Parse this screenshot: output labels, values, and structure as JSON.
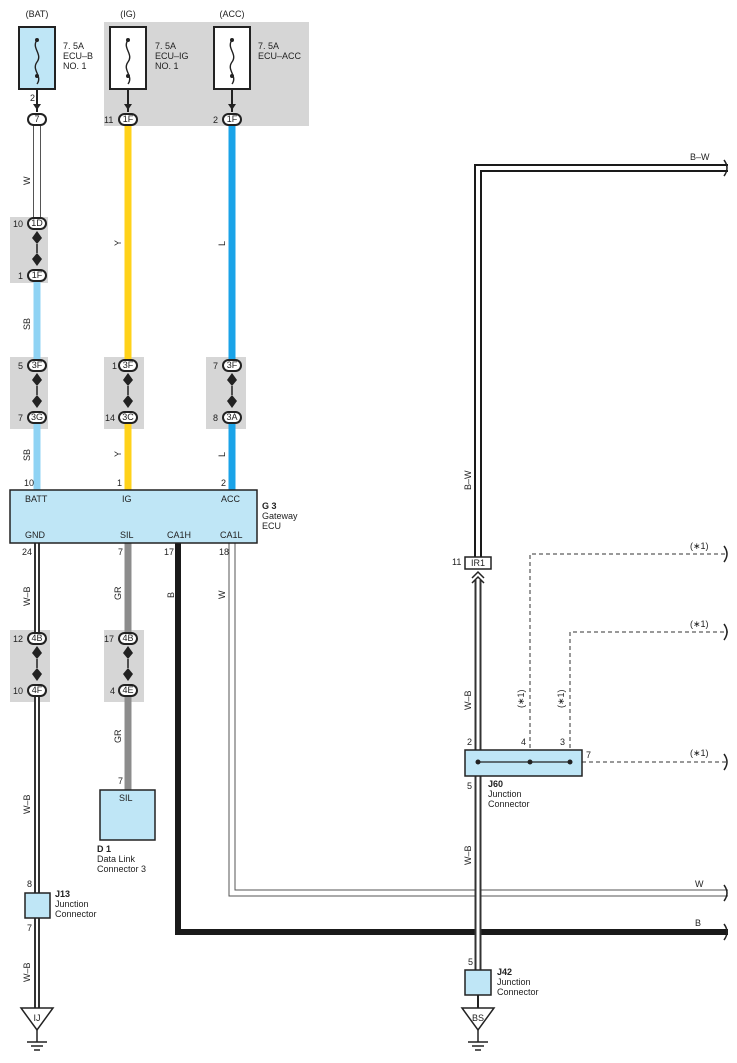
{
  "fuses": [
    {
      "source": "(BAT)",
      "rating": "7. 5A",
      "name1": "ECU–B",
      "name2": "NO. 1"
    },
    {
      "source": "(IG)",
      "rating": "7. 5A",
      "name1": "ECU–IG",
      "name2": "NO. 1"
    },
    {
      "source": "(ACC)",
      "rating": "7. 5A",
      "name1": "ECU–ACC",
      "name2": ""
    }
  ],
  "connectors": {
    "c7": "7",
    "c1F_ig": "1F",
    "c1F_acc": "1F",
    "c1D": "1D",
    "c1F_mid": "1F",
    "c3F_bat": "3F",
    "c3G": "3G",
    "c3F_ig": "3F",
    "c3C": "3C",
    "c3F_acc": "3F",
    "c3A": "3A",
    "c4B_gnd": "4B",
    "c4F": "4F",
    "c4B_sil": "4B",
    "c4E": "4E",
    "cIR1": "IR1",
    "cIJ": "IJ",
    "cBS": "BS"
  },
  "pins": {
    "bat_fuse": "2",
    "ig_fuse": "11",
    "acc_fuse": "2",
    "p1D": "10",
    "p1F_mid": "1",
    "p3F_bat": "5",
    "p3G": "7",
    "p3F_ig": "1",
    "p3C": "14",
    "p3F_acc": "7",
    "p3A": "8",
    "g3_batt": "10",
    "g3_ig": "1",
    "g3_acc": "2",
    "g3_gnd": "24",
    "g3_sil": "7",
    "g3_ca1h": "17",
    "g3_ca1l": "18",
    "p4B_gnd": "12",
    "p4F": "10",
    "p4B_sil": "17",
    "p4E": "4",
    "d1_sil": "7",
    "j13_in": "8",
    "j13_out": "7",
    "ir1": "11",
    "j60_2": "2",
    "j60_4": "4",
    "j60_3": "3",
    "j60_7": "7",
    "j60_5": "5",
    "j42_5": "5"
  },
  "wire_colors": {
    "w": "W",
    "sb1": "SB",
    "sb2": "SB",
    "y1": "Y",
    "y2": "Y",
    "l1": "L",
    "l2": "L",
    "wb1": "W–B",
    "wb2": "W–B",
    "wb3": "W–B",
    "gr1": "GR",
    "gr2": "GR",
    "b": "B",
    "w2": "W",
    "bw_vert": "B–W",
    "wb_r1": "W–B",
    "wb_r2": "W–B",
    "bw_top": "B–W",
    "w_right": "W",
    "b_right": "B"
  },
  "notes": {
    "n1": "(∗1)",
    "n2": "(∗1)",
    "n3": "(∗1)",
    "n4": "(∗1)",
    "n5": "(∗1)"
  },
  "gateway": {
    "code": "G 3",
    "name1": "Gateway",
    "name2": "ECU",
    "batt": "BATT",
    "ig": "IG",
    "acc": "ACC",
    "gnd": "GND",
    "sil": "SIL",
    "ca1h": "CA1H",
    "ca1l": "CA1L"
  },
  "d1": {
    "code": "D 1",
    "name1": "Data Link",
    "name2": "Connector 3",
    "pin_label": "SIL"
  },
  "j13": {
    "code": "J13",
    "name1": "Junction",
    "name2": "Connector"
  },
  "j60": {
    "code": "J60",
    "name1": "Junction",
    "name2": "Connector"
  },
  "j42": {
    "code": "J42",
    "name1": "Junction",
    "name2": "Connector"
  },
  "colors": {
    "bat_wire": "#ffffff",
    "sb_wire": "#8fd3f4",
    "y_wire": "#ffd21a",
    "l_wire": "#1aa3e8",
    "gr_wire": "#8c8c8c",
    "b_wire": "#1a1a1a",
    "ecu_fill": "#bfe6f6",
    "shade": "#d6d6d6"
  }
}
